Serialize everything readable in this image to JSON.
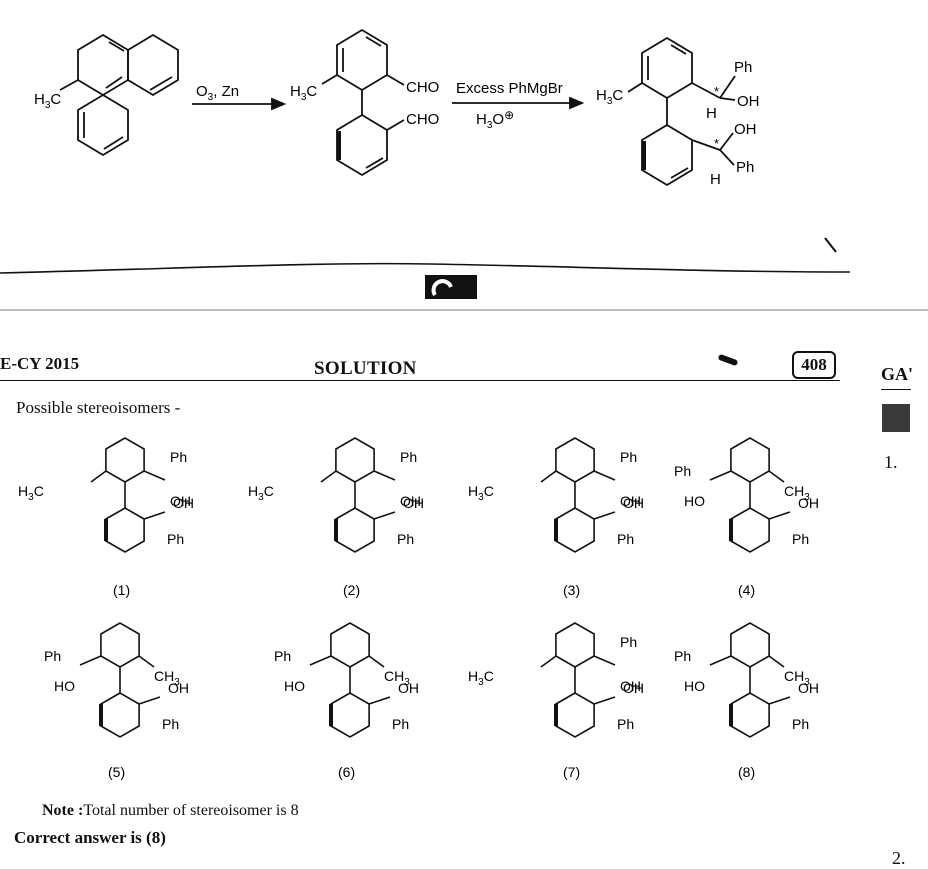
{
  "reaction": {
    "step1_reagent": "O",
    "step1_reagent_sub": "3",
    "step1_reagent_tail": ", Zn",
    "step2_reagent": "Excess PhMgBr",
    "step2_workup": "H",
    "step2_workup_sub": "3",
    "step2_workup_tail": "O",
    "step2_workup_charge": "⊕",
    "methyl_H": "H",
    "methyl_sub": "3",
    "methyl_C": "C",
    "cho": "CHO",
    "ph": "Ph",
    "oh": "OH",
    "h": "H",
    "star": "*"
  },
  "header": {
    "exam_code": "E-CY 2015",
    "section_title": "SOLUTION",
    "page_number": "408"
  },
  "side_margin": {
    "ga_text": "GA'",
    "item_1": "1.",
    "item_2": "2."
  },
  "body": {
    "intro": "Possible stereoisomers -",
    "note_label": "Note :",
    "note_text": "Total number of stereoisomer is 8",
    "answer": "Correct answer is (8)"
  },
  "isomers": [
    {
      "label": "(1)"
    },
    {
      "label": "(2)"
    },
    {
      "label": "(3)"
    },
    {
      "label": "(4)"
    },
    {
      "label": "(5)"
    },
    {
      "label": "(6)"
    },
    {
      "label": "(7)"
    },
    {
      "label": "(8)"
    }
  ],
  "chem_labels": {
    "h3c_H": "H",
    "h3c_sub": "3",
    "h3c_C": "C",
    "ch3_CH": "CH",
    "ch3_sub": "3",
    "ph": "Ph",
    "oh": "OH",
    "ho": "HO"
  }
}
